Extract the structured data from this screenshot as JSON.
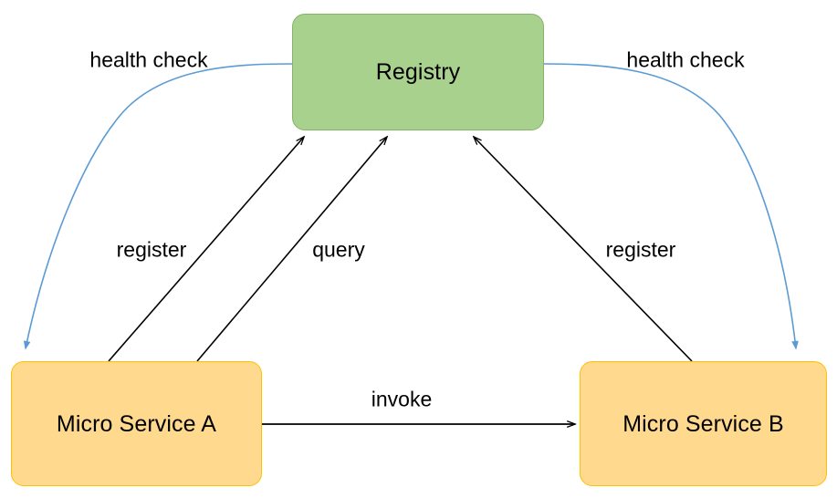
{
  "diagram": {
    "type": "service-registry-architecture",
    "background": "#ffffff",
    "nodes": [
      {
        "id": "registry",
        "label": "Registry",
        "fill": "#a9d18e",
        "stroke": "#84b466"
      },
      {
        "id": "service-a",
        "label": "Micro Service A",
        "fill": "#ffd98e",
        "stroke": "#ffc000"
      },
      {
        "id": "service-b",
        "label": "Micro Service B",
        "fill": "#ffd98e",
        "stroke": "#ffc000"
      }
    ],
    "edges": [
      {
        "id": "health-check-left",
        "label": "health check",
        "from": "registry",
        "to": "service-a",
        "color": "#5b9bd5",
        "style": "curved"
      },
      {
        "id": "health-check-right",
        "label": "health check",
        "from": "registry",
        "to": "service-b",
        "color": "#5b9bd5",
        "style": "curved"
      },
      {
        "id": "register-left",
        "label": "register",
        "from": "service-a",
        "to": "registry",
        "color": "#000000",
        "style": "straight"
      },
      {
        "id": "query",
        "label": "query",
        "from": "service-a",
        "to": "registry",
        "color": "#000000",
        "style": "straight"
      },
      {
        "id": "register-right",
        "label": "register",
        "from": "service-b",
        "to": "registry",
        "color": "#000000",
        "style": "straight"
      },
      {
        "id": "invoke",
        "label": "invoke",
        "from": "service-a",
        "to": "service-b",
        "color": "#000000",
        "style": "straight"
      }
    ]
  }
}
